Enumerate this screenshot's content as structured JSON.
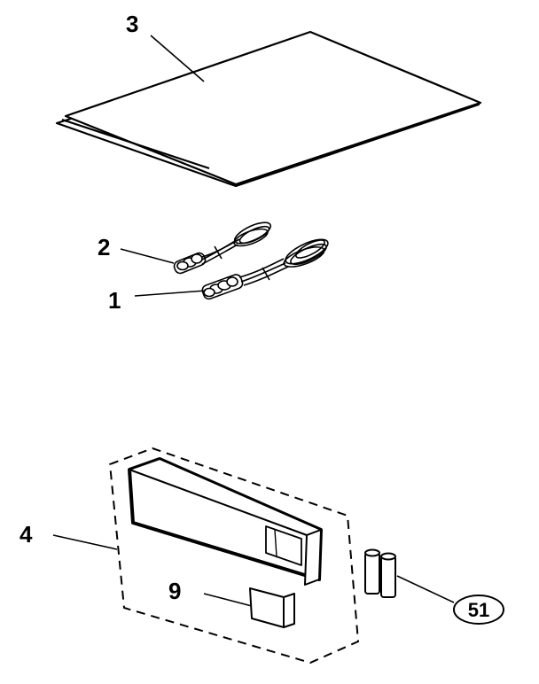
{
  "diagram": {
    "callouts": {
      "c3": "3",
      "c2": "2",
      "c1": "1",
      "c4": "4",
      "c9": "9",
      "c51": "51"
    }
  },
  "colors": {
    "ink": "#000000",
    "paper": "#ffffff"
  }
}
